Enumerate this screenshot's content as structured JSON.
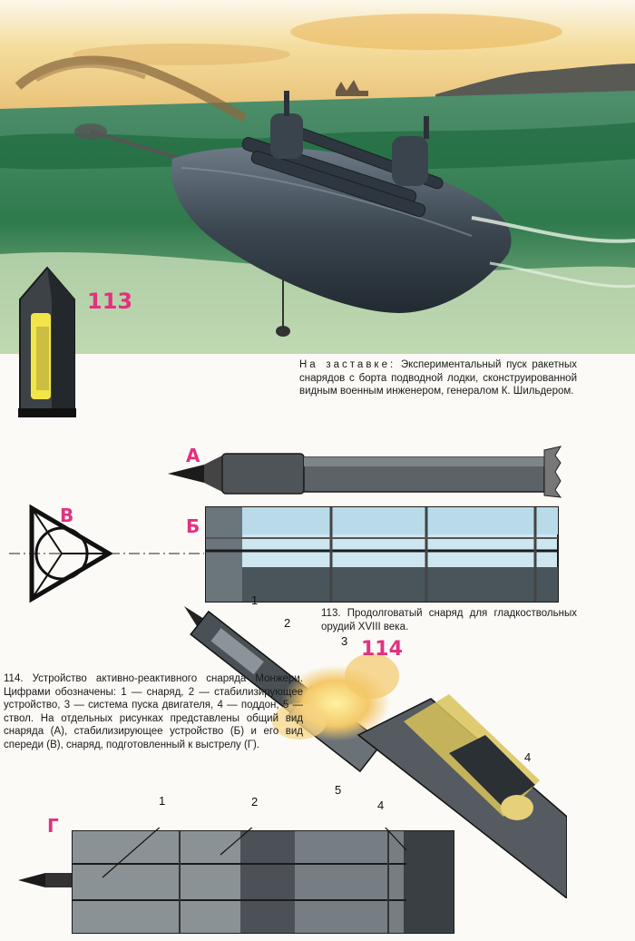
{
  "top_caption": {
    "lead": "На заставке:",
    "text": "Экспериментальный пуск ракетных снарядов с борта подводной лодки, сконструированной видным военным инженером, генералом К. Шильдером."
  },
  "figures": {
    "fig113_number": "113",
    "fig114_number": "114",
    "letters": {
      "a": "А",
      "b": "Б",
      "v": "В",
      "g": "Г"
    }
  },
  "fig113_caption": "113. Продолговатый снаряд для гладкоствольных орудий XVIII века.",
  "fig114_caption": "114. Устройство активно-реактивного снаряда Монжери. Цифрами обозначены: 1 — снаряд, 2 — стабилизирующее устройство, 3 — система пуска двигателя, 4 — поддон, 5 — ствол. На отдельных рисунках представлены общий вид снаряда (А), стабилизирующее устройство (Б) и его вид спереди (В), снаряд, подготовленный к выстрелу (Г).",
  "callouts": {
    "c1": "1",
    "c2": "2",
    "c3": "3",
    "c4": "4",
    "c5": "5",
    "g1": "1",
    "g2": "2",
    "g4": "4"
  }
}
